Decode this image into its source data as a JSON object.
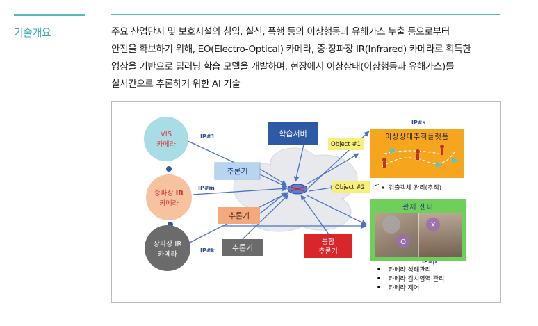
{
  "section": {
    "label": "기술개요"
  },
  "description": {
    "lines": [
      "주요 산업단지 및 보호시설의 침입, 실신, 폭행 등의 이상행동과 유해가스 누출 등으로부터",
      "안전을 확보하기 위해, EO(Electro-Optical) 카메라, 중·장파장 IR(Infrared) 카메라로 획득한",
      "영상을 기반으로 딥러닝 학습 모델을 개발하며, 현장에서 이상상태(이상행동과 유해가스)를",
      "실시간으로 추론하기 위한 AI 기술"
    ]
  },
  "diagram": {
    "cameras": {
      "vis_line1": "VIS",
      "vis_line2": "카메라",
      "mwir_line1a": "중파장 ",
      "mwir_line1b": "IR",
      "mwir_line2": "카메라",
      "lwir_line1": "장파장 IR",
      "lwir_line2": "카메라"
    },
    "ip_labels": {
      "ip1": "IP#1",
      "ipm": "IP#m",
      "ipk": "IP#k",
      "ips": "IP#s",
      "ipp": "IP#p"
    },
    "boxes": {
      "learning_server": "학습서버",
      "inference_1": "추론기",
      "inference_2": "추론기",
      "inference_3": "추론기",
      "integrated_line1": "통합",
      "integrated_line2": "추론기"
    },
    "platform": {
      "title": "이상상태추적플랫폼"
    },
    "objects": {
      "object1": "Object #1",
      "object2": "Object #2",
      "detected_mgmt": "검출객체 관리(추적)"
    },
    "control": {
      "title": "관제 센터",
      "mark_x": "X",
      "mark_o": "O",
      "items": [
        "카메라 상태관리",
        "카메라 감시영역 관리",
        "카메라 제어"
      ]
    },
    "colors": {
      "vis_circle": "#a9dde6",
      "mwir_circle": "#f7c2a0",
      "lwir_circle": "#6b6b6b",
      "learning_server": "#2e59a5",
      "inference_1": "#b8d4ee",
      "inference_2": "#f3a87e",
      "inference_3": "#6b6b6b",
      "integrated": "#d8262b",
      "platform": "#f6a51e",
      "control": "#6fcf5a",
      "object_label": "#f6f07a",
      "arrow": "#4b73c4"
    }
  }
}
